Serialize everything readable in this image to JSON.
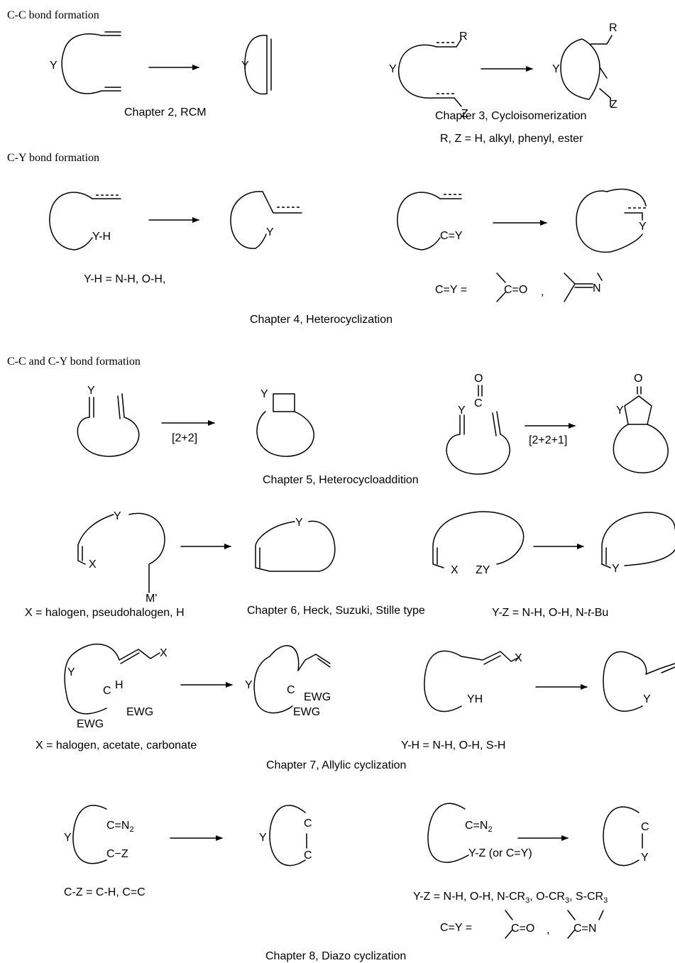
{
  "sections": {
    "cc": "C-C bond formation",
    "cy": "C-Y bond formation",
    "ccy": "C-C and C-Y bond formation"
  },
  "captions": {
    "ch2": "Chapter 2, RCM",
    "ch3": "Chapter 3, Cycloisomerization",
    "ch3_sub": "R, Z = H, alkyl, phenyl, ester",
    "ch4_left": "Y-H = N-H, O-H,",
    "ch4_cy": "C=Y =",
    "ch4": "Chapter 4, Heterocyclization",
    "ch5": "Chapter 5, Heterocycloaddition",
    "ch6_left": "X = halogen, pseudohalogen, H",
    "ch6_right": "Y-Z = N-H, O-H, N-",
    "ch6_right_it": "t",
    "ch6_right_end": "-Bu",
    "ch6": "Chapter 6, Heck, Suzuki, Stille type",
    "ch7_left": "X = halogen, acetate, carbonate",
    "ch7_right": "Y-H = N-H, O-H, S-H",
    "ch7": "Chapter 7, Allylic cyclization",
    "ch8_left": "C-Z = C-H, C=C",
    "ch8_right_a": "Y-Z = N-H, O-H, N-CR",
    "ch8_right_b": ", O-CR",
    "ch8_right_c": ", S-CR",
    "ch8_sub3": "3",
    "ch8_cy": "C=Y =",
    "ch8": "Chapter 8, Diazo cyclization"
  },
  "atoms": {
    "Y": "Y",
    "R": "R",
    "Z": "Z",
    "YH": "Y-H",
    "CY": "C=Y",
    "C": "C",
    "O": "O",
    "CO": "C=O",
    "N": "N",
    "H": "H",
    "X": "X",
    "M": "M'",
    "ZY": "ZY",
    "YHs": "YH",
    "EWG": "EWG",
    "CN2": "C=N",
    "sub2": "2",
    "CZ": "C−Z",
    "YZ": "Y-Z (or C=Y)",
    "CN": "C=N",
    "comma": ","
  },
  "conditions": {
    "c222": "[2+2]",
    "c2221": "[2+2+1]"
  }
}
